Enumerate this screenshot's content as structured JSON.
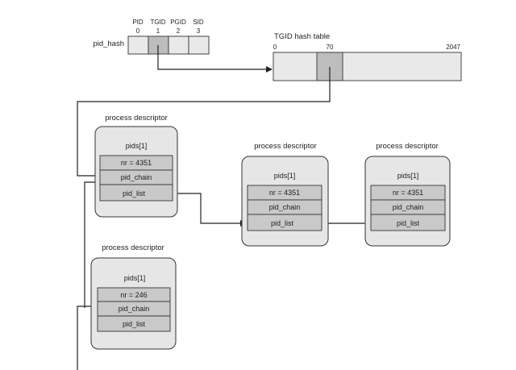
{
  "pid_hash": {
    "label": "pid_hash",
    "columns": [
      {
        "name": "PID",
        "index": "0"
      },
      {
        "name": "TGID",
        "index": "1"
      },
      {
        "name": "PGID",
        "index": "2"
      },
      {
        "name": "SID",
        "index": "3"
      }
    ],
    "highlighted_index": 1
  },
  "tgid_table": {
    "title": "TGID hash table",
    "start": "0",
    "marker": "70",
    "end": "2047"
  },
  "descriptors": [
    {
      "title": "process descriptor",
      "pids": "pids[1]",
      "nr": "nr = 4351",
      "pid_chain": "pid_chain",
      "pid_list": "pid_list"
    },
    {
      "title": "process descriptor",
      "pids": "pids[1]",
      "nr": "nr = 4351",
      "pid_chain": "pid_chain",
      "pid_list": "pid_list"
    },
    {
      "title": "process descriptor",
      "pids": "pids[1]",
      "nr": "nr = 4351",
      "pid_chain": "pid_chain",
      "pid_list": "pid_list"
    },
    {
      "title": "process descriptor",
      "pids": "pids[1]",
      "nr": "nr = 246",
      "pid_chain": "pid_chain",
      "pid_list": "pid_list"
    }
  ]
}
